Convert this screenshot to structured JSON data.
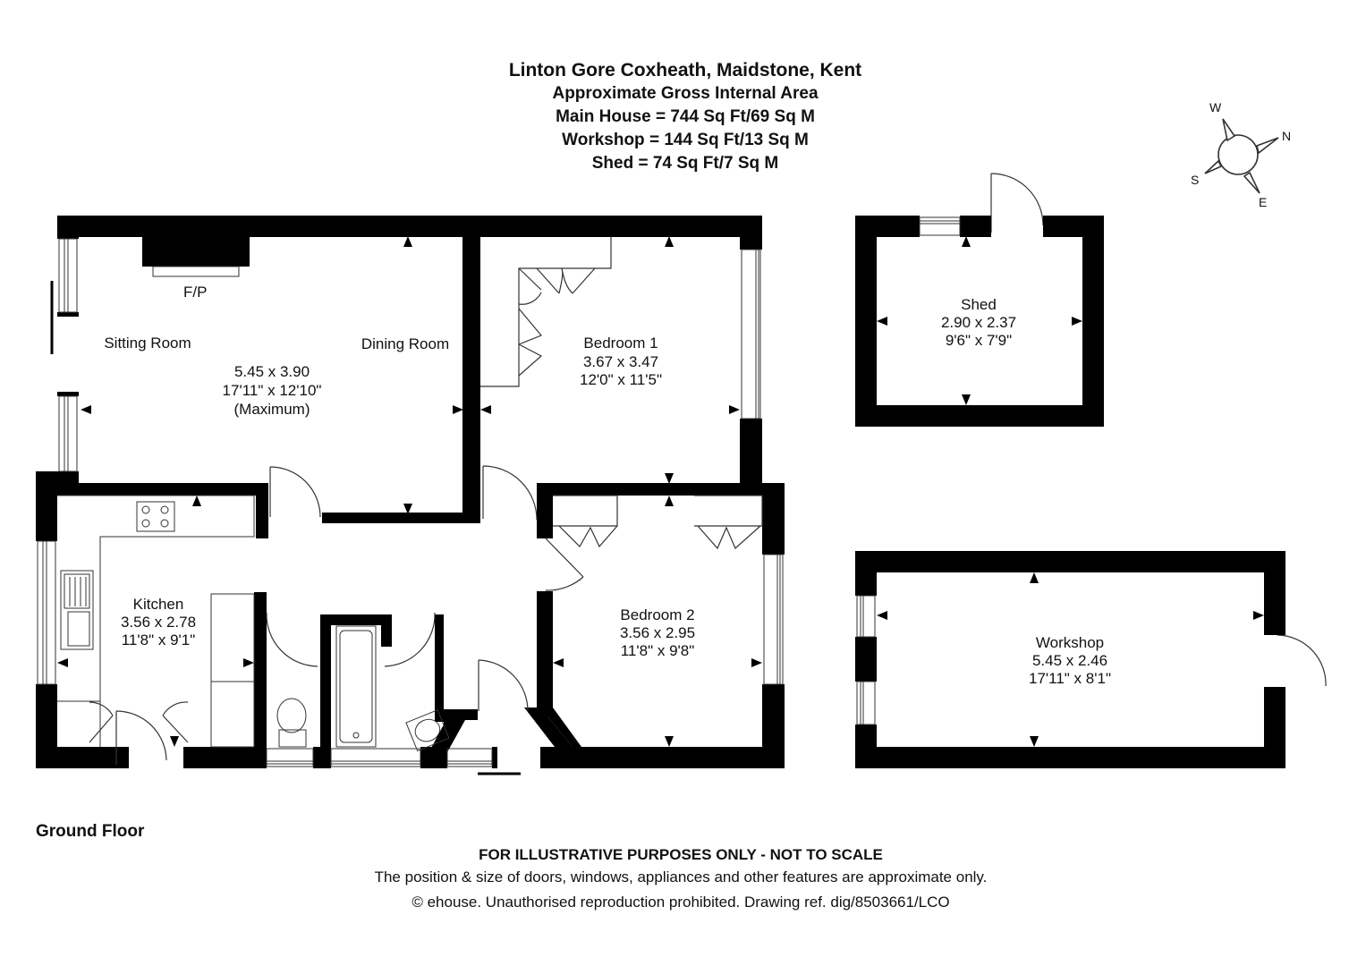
{
  "header": {
    "title": "Linton Gore Coxheath, Maidstone, Kent",
    "subtitle": "Approximate Gross Internal Area",
    "areas": [
      "Main House = 744 Sq Ft/69 Sq M",
      "Workshop = 144 Sq Ft/13 Sq M",
      "Shed = 74 Sq Ft/7 Sq M"
    ]
  },
  "compass": {
    "icon": "compass-rose-icon",
    "labels": {
      "north": "N",
      "east": "E",
      "south": "S",
      "west": "W"
    }
  },
  "rooms": {
    "sitting_room": {
      "name": "Sitting Room"
    },
    "dining_room": {
      "name": "Dining Room",
      "metric": "5.45 x 3.90",
      "imperial": "17'11\" x 12'10\"",
      "note": "(Maximum)"
    },
    "fireplace": {
      "label": "F/P"
    },
    "bedroom1": {
      "name": "Bedroom 1",
      "metric": "3.67 x 3.47",
      "imperial": "12'0\" x 11'5\""
    },
    "kitchen": {
      "name": "Kitchen",
      "metric": "3.56 x 2.78",
      "imperial": "11'8\" x 9'1\""
    },
    "bedroom2": {
      "name": "Bedroom 2",
      "metric": "3.56 x 2.95",
      "imperial": "11'8\" x 9'8\""
    },
    "shed": {
      "name": "Shed",
      "metric": "2.90 x 2.37",
      "imperial": "9'6\" x 7'9\""
    },
    "workshop": {
      "name": "Workshop",
      "metric": "5.45 x 2.46",
      "imperial": "17'11\" x 8'1\""
    }
  },
  "floor_label": "Ground Floor",
  "footer": {
    "disclaimer": "FOR ILLUSTRATIVE PURPOSES ONLY - NOT TO SCALE",
    "note": "The position & size of doors, windows, appliances and other features are approximate only.",
    "copyright": "© ehouse. Unauthorised reproduction prohibited. Drawing ref. dig/8503661/LCO"
  }
}
